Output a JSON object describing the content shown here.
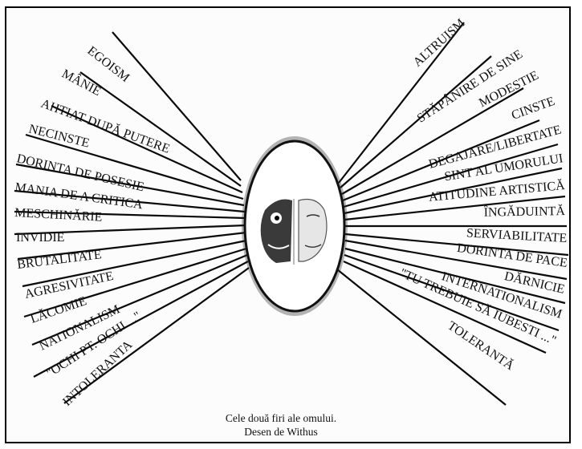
{
  "left_traits": [
    "EGOISM",
    "MÂNIE",
    "AHTIAT DUPĂ PUTERE",
    "NECINSTE",
    "DORINTA DE POSESIE",
    "MANIA DE A CRITICA",
    "MESCHINĂRIE",
    "INVIDIE",
    "BRUTALITATE",
    "AGRESIVITATE",
    "LĂCOMIE",
    "NATIONALISM",
    "\"OCHI PT. OCHI ...\"",
    "INTOLERANTA"
  ],
  "right_traits": [
    "ALTRUISM",
    "STĂPÂNIRE DE SINE",
    "MODESTIE",
    "CINSTE",
    "DEGAJARE/LIBERTATE",
    "SINT AL UMORULUI",
    "ATITUDINE ARTISTICĂ",
    "ÎNGĂDUINTĂ",
    "SERVIABILITATE",
    "DORINTA DE PACE",
    "DĂRNICIE",
    "INTERNATIONALISM",
    "\"TU TREBUIE SĂ IUBESTI ...\"",
    "TOLERANTĂ"
  ],
  "caption": {
    "line1": "Cele două firi ale omului.",
    "line2": "Desen de Withus"
  }
}
